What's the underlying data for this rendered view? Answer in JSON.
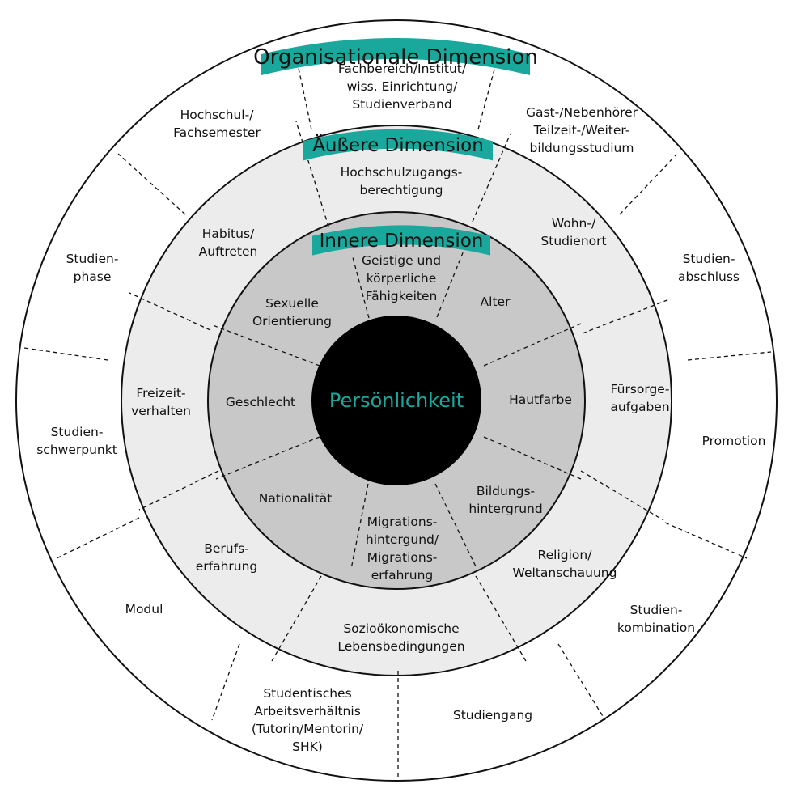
{
  "center": "Persönlichkeit",
  "colors": {
    "accent": "#1aa89c",
    "inner_fill": "#c8c8c8",
    "middle_fill": "#ececec",
    "outer_fill": "#ffffff",
    "core_fill": "#000000"
  },
  "inner": {
    "title": "Innere Dimension",
    "items": [
      [
        "Geistige und",
        "körperliche",
        "Fähigkeiten"
      ],
      [
        "Alter"
      ],
      [
        "Hautfarbe"
      ],
      [
        "Bildungs-",
        "hintergrund"
      ],
      [
        "Migrations-",
        "hintergund/",
        "Migrations-",
        "erfahrung"
      ],
      [
        "Nationalität"
      ],
      [
        "Geschlecht"
      ],
      [
        "Sexuelle",
        "Orientierung"
      ]
    ]
  },
  "middle": {
    "title": "Äußere Dimension",
    "items": [
      [
        "Hochschulzugangs-",
        "berechtigung"
      ],
      [
        "Wohn-/",
        "Studienort"
      ],
      [
        "Fürsorge-",
        "aufgaben"
      ],
      [
        "Religion/",
        "Weltanschauung"
      ],
      [
        "Sozioökonomische",
        "Lebensbedingungen"
      ],
      [
        "Berufs-",
        "erfahrung"
      ],
      [
        "Freizeit-",
        "verhalten"
      ],
      [
        "Habitus/",
        "Auftreten"
      ]
    ]
  },
  "outer": {
    "title": "Organisationale Dimension",
    "items": [
      [
        "Fachbereich/Institut/",
        "wiss. Einrichtung/",
        "Studienverband"
      ],
      [
        "Gast-/Nebenhörer",
        "Teilzeit-/Weiter-",
        "bildungsstudium"
      ],
      [
        "Studien-",
        "abschluss"
      ],
      [
        "Promotion"
      ],
      [
        "Studien-",
        "kombination"
      ],
      [
        "Studiengang"
      ],
      [
        "Studentisches",
        "Arbeitsverhältnis",
        "(Tutorin/Mentorin/",
        "SHK)"
      ],
      [
        "Modul"
      ],
      [
        "Studien-",
        "schwerpunkt"
      ],
      [
        "Studien-",
        "phase"
      ],
      [
        "Hochschul-/",
        "Fachsemester"
      ]
    ]
  }
}
